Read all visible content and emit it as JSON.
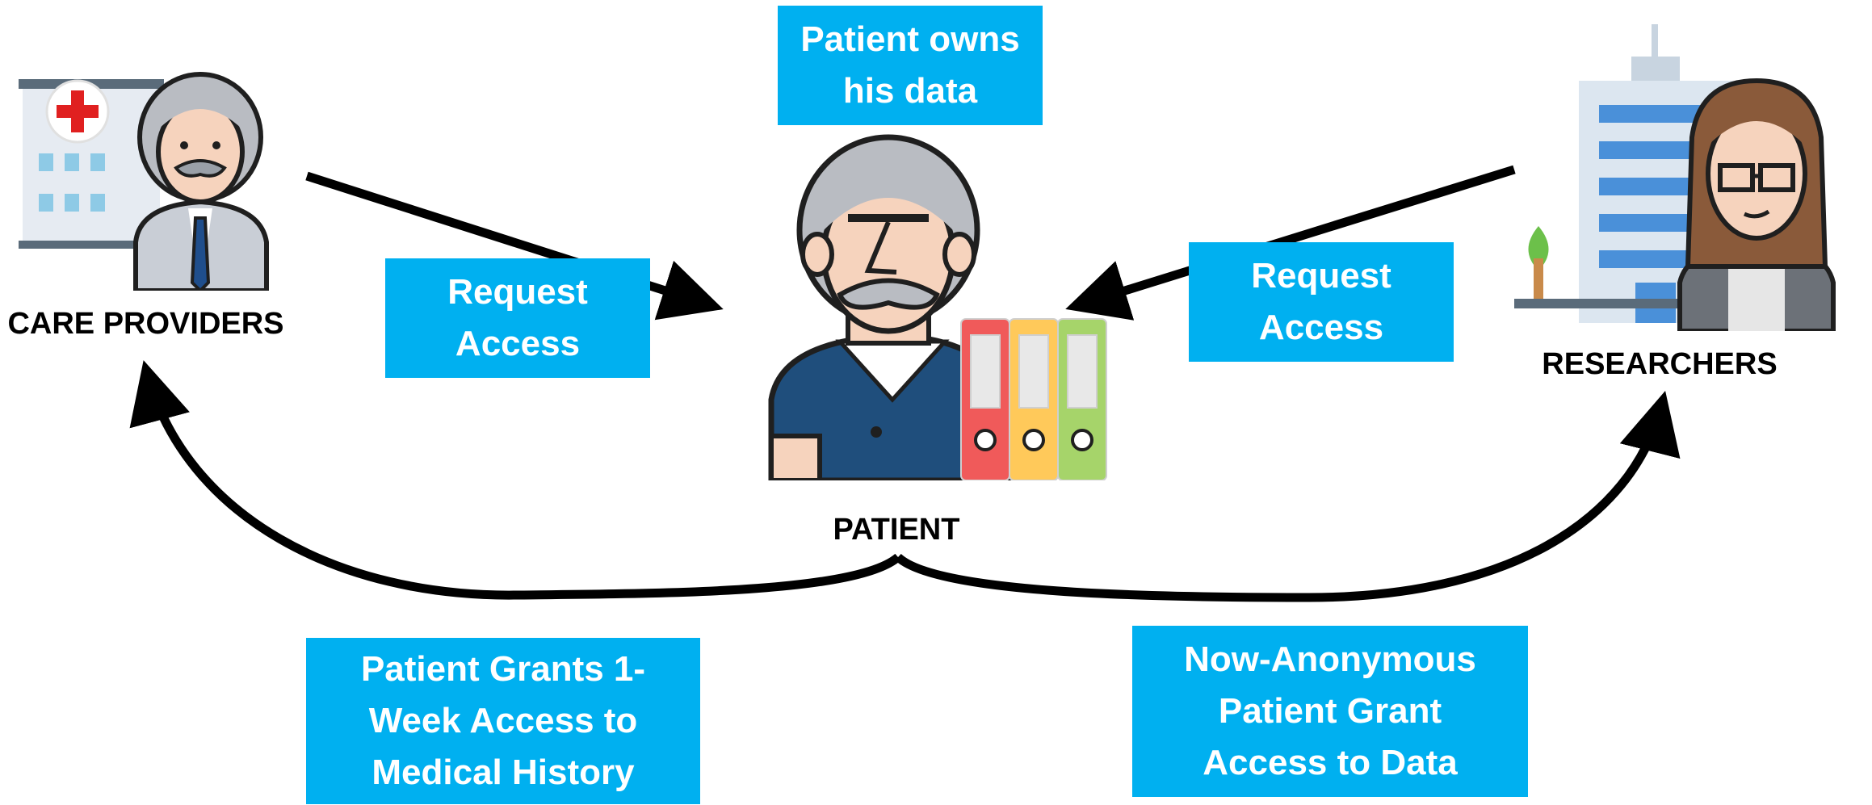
{
  "nodes": {
    "care_providers": {
      "label": "CARE PROVIDERS"
    },
    "patient": {
      "label": "PATIENT"
    },
    "researchers": {
      "label": "RESEARCHERS"
    }
  },
  "boxes": {
    "patient_owns": "Patient owns his data",
    "request_left": "Request Access",
    "request_right": "Request Access",
    "grant_care": "Patient Grants 1-Week Access to Medical History",
    "grant_research": "Now-Anonymous Patient Grant Access to Data"
  },
  "colors": {
    "box_fill": "#00b0f0",
    "box_text": "#ffffff",
    "arrow": "#000000"
  },
  "icons": {
    "care_providers": "doctor-with-hospital-icon",
    "patient": "patient-with-binders-icon",
    "researchers": "researcher-with-building-icon"
  }
}
